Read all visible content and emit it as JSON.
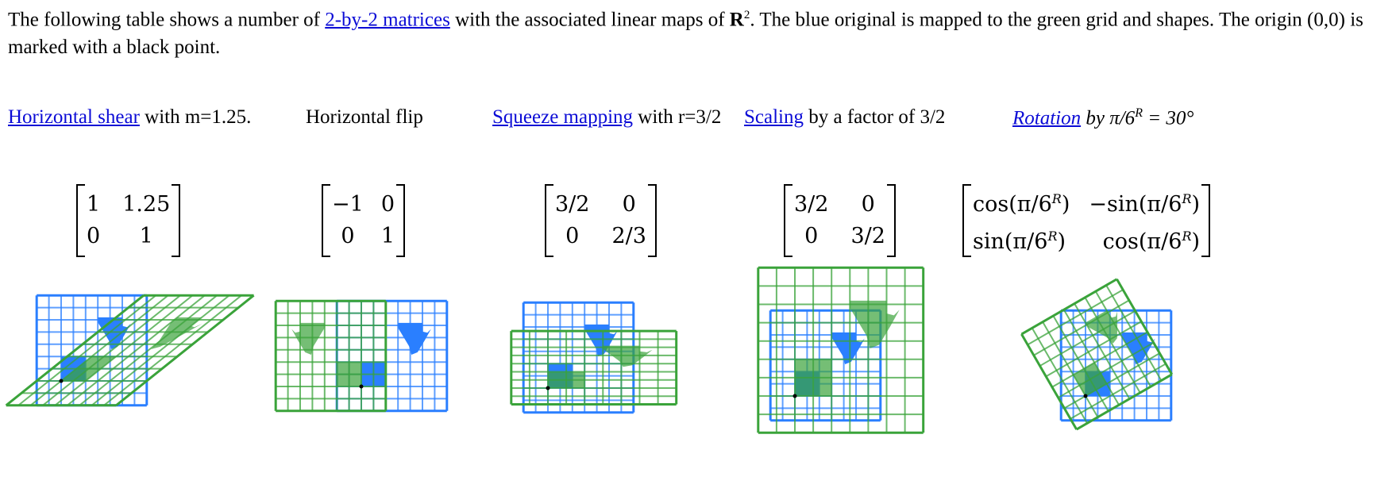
{
  "intro": {
    "part1": "The following table shows a number of ",
    "link": "2-by-2 matrices",
    "part2": " with the associated linear maps of ",
    "bold": "R",
    "sup": "2",
    "part3": ". The blue original is mapped to the green grid and shapes. The origin (0,0) is marked with a black point."
  },
  "colors": {
    "original": "#2a7fff",
    "mapped": "#3aa33a",
    "link": "#0b0bd6",
    "origin_point": "#000000"
  },
  "original_grid": {
    "x_range": [
      -2,
      7
    ],
    "y_range": [
      -2,
      7
    ]
  },
  "transforms": [
    {
      "id": "shear",
      "caption_link": "Horizontal shear",
      "caption_text": " with m=1.25.",
      "matrix": [
        [
          "1",
          "1.25"
        ],
        [
          "0",
          "1"
        ]
      ],
      "values": [
        [
          1,
          1.25
        ],
        [
          0,
          1
        ]
      ]
    },
    {
      "id": "flip",
      "caption_link": "",
      "caption_text": "Horizontal flip",
      "matrix": [
        [
          "−1",
          "0"
        ],
        [
          "0",
          "1"
        ]
      ],
      "values": [
        [
          -1,
          0
        ],
        [
          0,
          1
        ]
      ]
    },
    {
      "id": "squeeze",
      "caption_link": "Squeeze mapping",
      "caption_text": " with r=3/2",
      "matrix": [
        [
          "3/2",
          "0"
        ],
        [
          "0",
          "2/3"
        ]
      ],
      "values": [
        [
          1.5,
          0
        ],
        [
          0,
          0.6667
        ]
      ]
    },
    {
      "id": "scaling",
      "caption_link": "Scaling",
      "caption_text": " by a factor of 3/2",
      "matrix": [
        [
          "3/2",
          "0"
        ],
        [
          "0",
          "3/2"
        ]
      ],
      "values": [
        [
          1.5,
          0
        ],
        [
          0,
          1.5
        ]
      ]
    },
    {
      "id": "rotation",
      "caption_link": "Rotation",
      "caption_text": " by π/6",
      "caption_sup": "R",
      "caption_tail": " = 30°",
      "matrix": [
        [
          "cos(π/6",
          "−sin(π/6"
        ],
        [
          "sin(π/6",
          "cos(π/6"
        ]
      ],
      "matrix_sup": "R",
      "values": [
        [
          0.866,
          -0.5
        ],
        [
          0.5,
          0.866
        ]
      ]
    }
  ]
}
